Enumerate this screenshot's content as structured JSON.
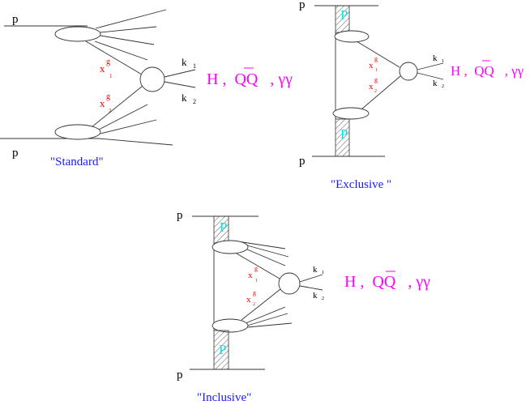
{
  "diagrams": {
    "standard": {
      "caption": "\"Standard\"",
      "proton_top": "p",
      "proton_bottom": "p",
      "x1": "x",
      "x1_sup": "g",
      "x1_sub": "1",
      "x2": "x",
      "x2_sup": "g",
      "x2_sub": "2",
      "k1": "k",
      "k1_sub": "1",
      "k2": "k",
      "k2_sub": "2",
      "final_state": "H ,  QQ   , γγ"
    },
    "exclusive": {
      "caption": "\"Exclusive \"",
      "proton_top": "p",
      "proton_bottom": "p",
      "pomeron_top": "P",
      "pomeron_bottom": "P",
      "x1": "x",
      "x1_sup": "g",
      "x1_sub": "1",
      "x2": "x",
      "x2_sup": "g",
      "x2_sub": "2",
      "k1": "k",
      "k1_sub": "1",
      "k2": "k",
      "k2_sub": "2",
      "final_state": "H ,  QQ   , γγ"
    },
    "inclusive": {
      "caption": "\"Inclusive\"",
      "proton_top": "p",
      "proton_bottom": "p",
      "pomeron_top": "P",
      "pomeron_bottom": "P",
      "x1": "x",
      "x1_sup": "g",
      "x1_sub": "1",
      "x2": "x",
      "x2_sup": "g",
      "x2_sub": "2",
      "k1": "k",
      "k1_sub": "1",
      "k2": "k",
      "k2_sub": "2",
      "final_state": "H ,  QQ   , γγ"
    }
  },
  "colors": {
    "lines": "#333333",
    "momentum_fractions": "#ff0000",
    "final_state": "#ff00ff",
    "pomeron": "#00e5e5",
    "captions": "#1a1aff"
  }
}
